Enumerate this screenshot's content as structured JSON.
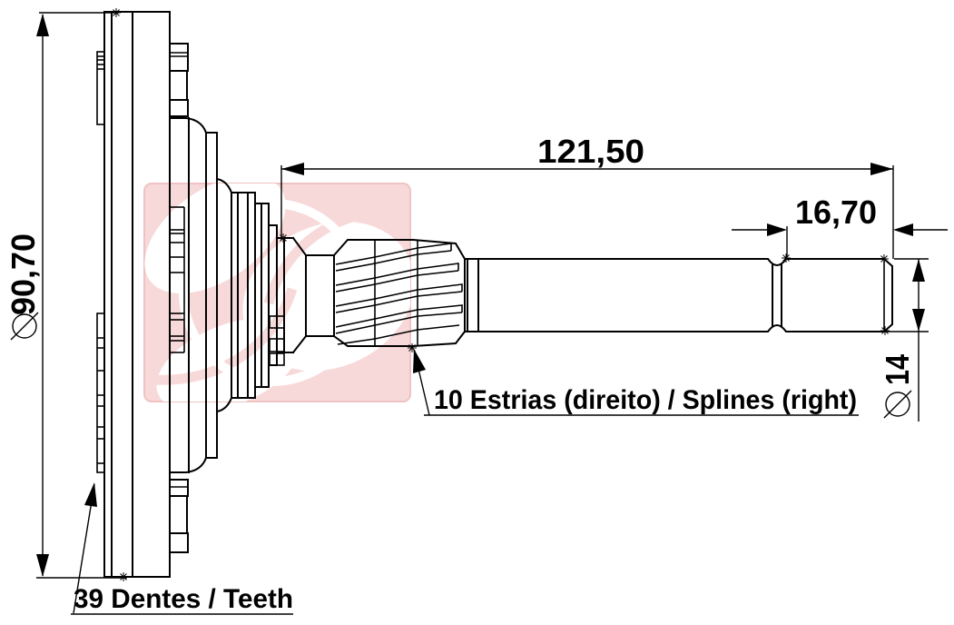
{
  "drawing": {
    "dimensions": {
      "flange_diameter": {
        "symbol": "⌀",
        "value": "90,70"
      },
      "shaft_length": {
        "value": "121,50"
      },
      "spline_to_end_length": {
        "value": "16,70"
      },
      "shaft_end_diameter": {
        "symbol": "⌀",
        "value": "14"
      }
    },
    "callouts": {
      "splines": "10 Estrias (direito) / Splines (right)",
      "teeth": "39 Dentes / Teeth"
    },
    "colors": {
      "background": "#ffffff",
      "line": "#000000",
      "watermark_fill": "#f8d9d9",
      "watermark_border": "#efc3c3",
      "watermark_logo": "#ffffff"
    }
  }
}
